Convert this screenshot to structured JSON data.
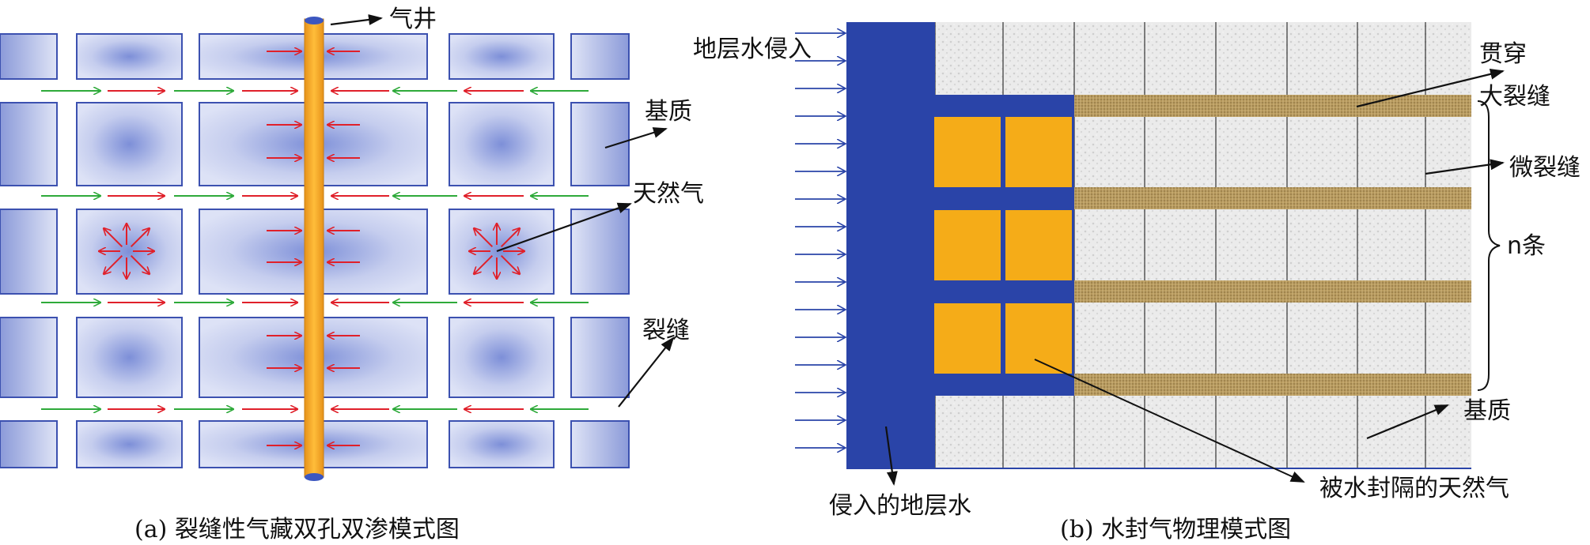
{
  "left_panel": {
    "labels": {
      "well": "气井",
      "matrix": "基质",
      "gas": "天然气",
      "fracture": "裂缝"
    },
    "caption": "(a) 裂缝性气藏双孔双渗模式图"
  },
  "right_panel": {
    "labels": {
      "water_inflow": "地层水侵入",
      "through_fracture_1": "贯穿",
      "through_fracture_2": "大裂缝",
      "micro_fracture": "微裂缝",
      "n_count": "n条",
      "matrix": "基质",
      "invaded_water": "侵入的地层水",
      "sealed_gas": "被水封隔的天然气"
    },
    "caption": "(b) 水封气物理模式图"
  },
  "colors": {
    "block_blue": "#4a5fc0",
    "well_orange": "#f4a81c",
    "water_blue": "#2a44a8",
    "gas_orange": "#f5ac18",
    "arrow_red": "#e0202a",
    "arrow_green": "#2eaa3a"
  }
}
